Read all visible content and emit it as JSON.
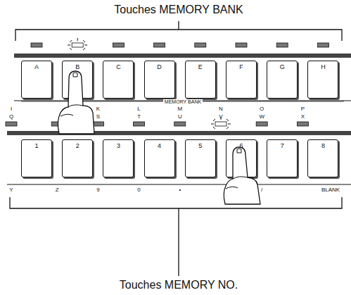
{
  "diagram": {
    "nodes": [
      {
        "text": [
          "A"
        ]
      },
      {
        "text": [
          "B"
        ]
      },
      {
        "text": [
          "C"
        ]
      },
      {
        "text": [
          "D"
        ]
      },
      {
        "text": [
          "E"
        ]
      },
      {
        "text": [
          "F"
        ]
      },
      {
        "text": [
          "G"
        ]
      },
      {
        "text": [
          "H"
        ]
      },
      {
        "text": [
          "1"
        ]
      },
      {
        "text": [
          "2"
        ]
      },
      {
        "text": [
          "3"
        ]
      },
      {
        "text": [
          "4"
        ]
      },
      {
        "text": [
          "5"
        ]
      },
      {
        "text": [
          "6"
        ]
      },
      {
        "text": [
          "7"
        ]
      },
      {
        "text": [
          "8"
        ]
      }
    ],
    "labels": [
      "Touches MEMORY BANK",
      "MEMORY BANK",
      "I",
      "Q",
      "K",
      "S",
      "L",
      "T",
      "M",
      "U",
      "N",
      "V",
      "O",
      "W",
      "P",
      "X",
      "Y",
      "Z",
      "9",
      "0",
      "•",
      "/",
      "BLANK",
      "Touches MEMORY NO."
    ]
  }
}
